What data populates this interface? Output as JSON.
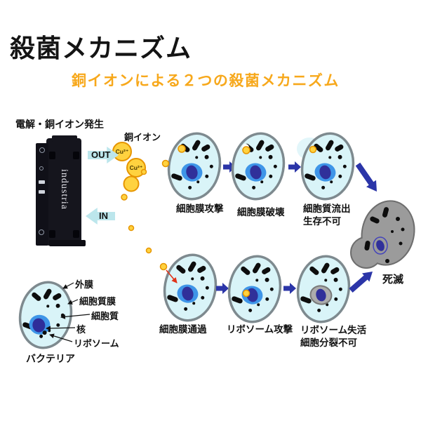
{
  "title": "殺菌メカニズム",
  "subtitle": "銅イオンによる２つの殺菌メカニズム",
  "generator": {
    "caption": "電解・銅イオン発生",
    "brand": "industria",
    "out_label": "OUT",
    "in_label": "IN"
  },
  "copper_ion": {
    "caption": "銅イオン",
    "symbol": "Cu²⁺"
  },
  "flow_membrane": {
    "step1": "細胞膜攻撃",
    "step2": "細胞膜破壊",
    "step3_line1": "細胞質流出",
    "step3_line2": "生存不可"
  },
  "flow_ribosome": {
    "step1": "細胞膜通過",
    "step2": "リボソーム攻撃",
    "step3_line1": "リボソーム失活",
    "step3_line2": "細胞分裂不可"
  },
  "death_label": "死滅",
  "bacteria": {
    "caption": "バクテリア",
    "outer_membrane": "外膜",
    "cytoplasm_membrane": "細胞質膜",
    "cytoplasm": "細胞質",
    "nucleus": "核",
    "ribosome": "リボソーム"
  },
  "colors": {
    "subtitle_orange": "#F7A81B",
    "cell_fill": "#D9F4F8",
    "cell_border": "#7E8A8F",
    "nucleus_outer": "#3E95E8",
    "nucleus_core": "#30309A",
    "ion_fill": "#FFD23F",
    "ion_border": "#E69500",
    "flow_arrow_navy": "#2B35A8",
    "attack_arrow_red": "#E03318",
    "dead_cell_fill": "#9B9B9B",
    "dead_cell_border": "#6E6E6E",
    "pipe_arrow_cyan": "#BCE6EC"
  }
}
